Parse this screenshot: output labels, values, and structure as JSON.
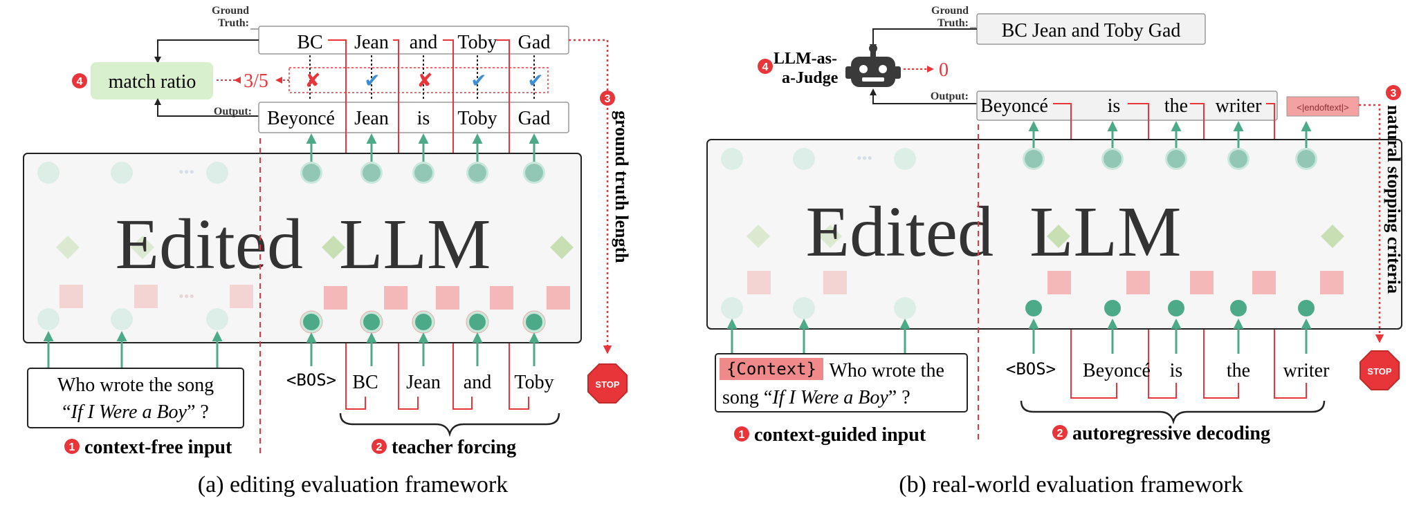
{
  "panel_a": {
    "label_ground_truth_1": "Ground",
    "label_ground_truth_2": "Truth:",
    "label_output": "Output:",
    "gt_tokens": [
      "BC",
      "Jean",
      "and",
      "Toby",
      "Gad"
    ],
    "out_tokens": [
      "Beyoncé",
      "Jean",
      "is",
      "Toby",
      "Gad"
    ],
    "match_marks": [
      "cross",
      "check",
      "cross",
      "check",
      "check"
    ],
    "match_ratio_label": "match ratio",
    "match_ratio_value": "3/5",
    "step4_num": "4",
    "step3_num": "3",
    "step3_label": "ground truth length",
    "model_title": "Edited  LLM",
    "bos": "<BOS>",
    "input_tokens": [
      "BC",
      "Jean",
      "and",
      "Toby"
    ],
    "question_line1": "Who wrote the song",
    "question_line2_pre": "“",
    "question_line2_italic": "If I Were a Boy",
    "question_line2_post": "” ?",
    "step1_num": "1",
    "step1_label": "context-free input",
    "step2_num": "2",
    "step2_label": "teacher forcing",
    "stop_label": "STOP",
    "caption": "(a) editing evaluation framework"
  },
  "panel_b": {
    "label_ground_truth_1": "Ground",
    "label_ground_truth_2": "Truth:",
    "label_output": "Output:",
    "gt_text": "BC Jean and Toby Gad",
    "out_tokens": [
      "Beyoncé",
      "is",
      "the",
      "writer"
    ],
    "eot_token": "<|endoftext|>",
    "judge_label_1": "LLM-as-",
    "judge_label_2": "a-Judge",
    "judge_value": "0",
    "step4_num": "4",
    "step3_num": "3",
    "step3_label": "natural stopping criteria",
    "model_title": "Edited  LLM",
    "bos": "<BOS>",
    "input_tokens": [
      "Beyoncé",
      "is",
      "the",
      "writer"
    ],
    "context_tag": "{Context}",
    "question_line1": " Who wrote the",
    "question_line2_pre": "song “",
    "question_line2_italic": "If I Were a Boy",
    "question_line2_post": "” ?",
    "step1_num": "1",
    "step1_label": "context-guided input",
    "step2_num": "2",
    "step2_label": "autoregressive decoding",
    "stop_label": "STOP",
    "caption": "(b) real-world evaluation framework"
  },
  "colors": {
    "teal": "#4daa88",
    "red": "#e8353a",
    "green_box": "#d9f0cc",
    "context_tag_bg": "#f08a8a",
    "eot_bg": "#f4a1a1"
  }
}
